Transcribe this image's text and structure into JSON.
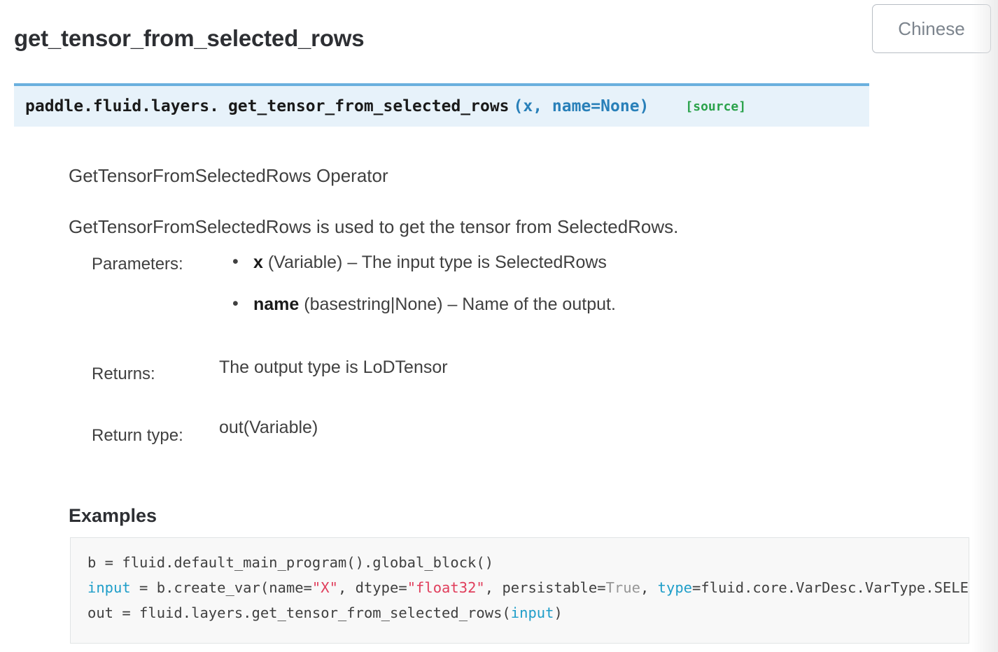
{
  "page": {
    "title": "get_tensor_from_selected_rows"
  },
  "topbar": {
    "language_button_label": "Chinese"
  },
  "signature": {
    "module_prefix": "paddle.fluid.layers.",
    "function_name": "get_tensor_from_selected_rows",
    "parameters": "(x, name=None)",
    "source_link_label": "[source]",
    "accent_border_color": "#6ab0de",
    "background_color": "#e7f2fa",
    "params_color": "#2980b9",
    "source_color": "#2aa24a"
  },
  "description": {
    "paragraph_1": "GetTensorFromSelectedRows Operator",
    "paragraph_2": "GetTensorFromSelectedRows is used to get the tensor from SelectedRows."
  },
  "fields": {
    "parameters_label": "Parameters:",
    "parameters": [
      {
        "name": "x",
        "rest": " (Variable) – The input type is SelectedRows"
      },
      {
        "name": "name",
        "rest": " (basestring|None) – Name of the output."
      }
    ],
    "returns_label": "Returns:",
    "returns_value": "The output type is LoDTensor",
    "return_type_label": "Return type:",
    "return_type_value": "out(Variable)"
  },
  "examples": {
    "heading": "Examples",
    "code_lines": [
      {
        "tokens": [
          {
            "t": "b = fluid.default_main_program().global_block()",
            "c": "plain"
          }
        ]
      },
      {
        "tokens": [
          {
            "t": "input",
            "c": "kw"
          },
          {
            "t": " = b.create_var(name=",
            "c": "plain"
          },
          {
            "t": "\"X\"",
            "c": "str"
          },
          {
            "t": ", dtype=",
            "c": "plain"
          },
          {
            "t": "\"float32\"",
            "c": "str"
          },
          {
            "t": ", persistable=",
            "c": "plain"
          },
          {
            "t": "True",
            "c": "bool"
          },
          {
            "t": ", ",
            "c": "plain"
          },
          {
            "t": "type",
            "c": "kw"
          },
          {
            "t": "=fluid.core.VarDesc.VarType.SELECTED_ROWS)",
            "c": "plain"
          }
        ]
      },
      {
        "tokens": [
          {
            "t": "out = fluid.layers.get_tensor_from_selected_rows(",
            "c": "plain"
          },
          {
            "t": "input",
            "c": "kw"
          },
          {
            "t": ")",
            "c": "plain"
          }
        ]
      }
    ]
  }
}
